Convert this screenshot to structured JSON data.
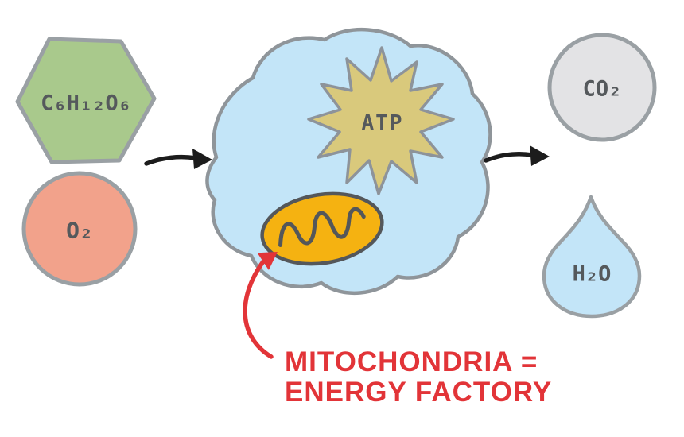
{
  "inputs": {
    "glucose": {
      "formula": "C₆H₁₂O₆",
      "fill": "#a9c98c"
    },
    "oxygen": {
      "formula": "O₂",
      "fill": "#f2a28b"
    }
  },
  "cell": {
    "fill": "#c3e5f8",
    "atp": {
      "label": "ATP",
      "fill": "#d9c97c"
    },
    "mitochondria": {
      "fill": "#f5b211"
    }
  },
  "outputs": {
    "co2": {
      "formula": "CO₂",
      "fill": "#e3e3e5"
    },
    "h2o": {
      "formula": "H₂O",
      "fill": "#c3e5f8"
    }
  },
  "annotation": {
    "line1": "MITOCHONDRIA =",
    "line2": "ENERGY FACTORY",
    "color": "#e23438"
  },
  "arrows": {
    "color": "#1c1c1c"
  }
}
